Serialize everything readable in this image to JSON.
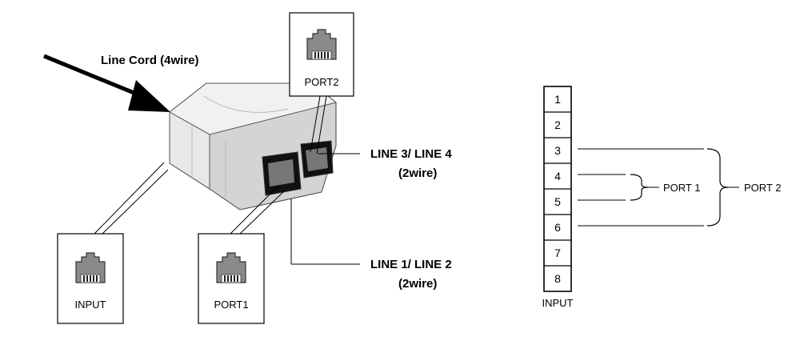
{
  "labels": {
    "line_cord": "Line Cord (4wire)",
    "line34_a": "LINE 3/ LINE 4",
    "line34_b": "(2wire)",
    "line12_a": "LINE 1/ LINE 2",
    "line12_b": "(2wire)",
    "input": "INPUT",
    "port1": "PORT1",
    "port2": "PORT2"
  },
  "pinout": {
    "pins": [
      "1",
      "2",
      "3",
      "4",
      "5",
      "6",
      "7",
      "8"
    ],
    "label": "INPUT",
    "port1": "PORT 1",
    "port2": "PORT 2"
  }
}
